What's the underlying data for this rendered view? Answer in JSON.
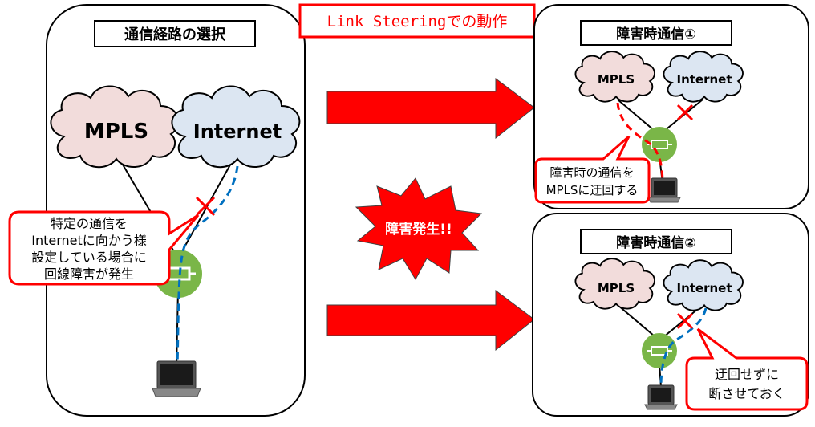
{
  "header": {
    "title": "Link Steeringでの動作"
  },
  "left_panel": {
    "title": "通信経路の選択",
    "cloud_mpls": "MPLS",
    "cloud_internet": "Internet",
    "callout_lines": [
      "特定の通信を",
      "Internetに向かう様",
      "設定している場合に",
      "回線障害が発生"
    ]
  },
  "center": {
    "burst_label": "障害発生!!"
  },
  "right_top": {
    "title": "障害時通信①",
    "cloud_mpls": "MPLS",
    "cloud_internet": "Internet",
    "callout_lines": [
      "障害時の通信を",
      "MPLSに迂回する"
    ]
  },
  "right_bottom": {
    "title": "障害時通信②",
    "cloud_mpls": "MPLS",
    "cloud_internet": "Internet",
    "callout_lines": [
      "迂回せずに",
      "断させておく"
    ]
  },
  "colors": {
    "arrow_red": "#ff0000",
    "mpls_cloud": "#f2dcdb",
    "internet_cloud": "#dce6f2",
    "router_green": "#7ab648",
    "dashed_blue": "#0070c0",
    "dashed_red": "#ff0000",
    "callout_border": "#ff0000"
  },
  "icons": {
    "router": "router-icon",
    "laptop": "laptop-icon",
    "failure_mark": "x-mark-icon"
  }
}
